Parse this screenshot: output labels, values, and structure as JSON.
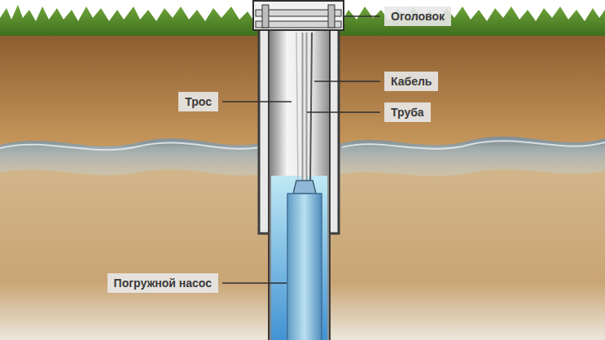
{
  "diagram": {
    "labels": [
      "Оголовок",
      "Кабель",
      "Трос",
      "Труба",
      "Погружной насос"
    ]
  }
}
